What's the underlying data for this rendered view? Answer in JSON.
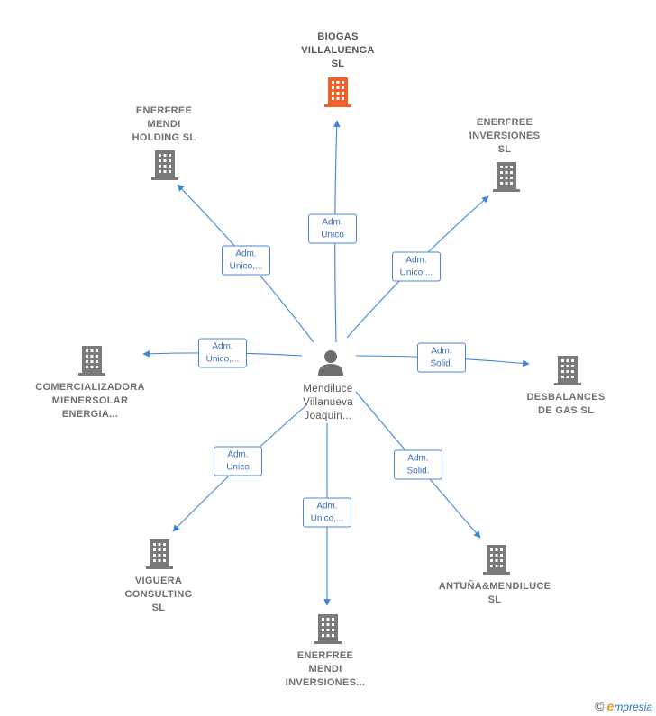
{
  "colors": {
    "edge": "#3d85d6",
    "building": "#7a7a7a",
    "building_target": "#f0602a",
    "person": "#6e6e6e"
  },
  "center": {
    "name": "Mendiluce\nVillanueva\nJoaquin..."
  },
  "nodes": [
    {
      "id": "biogas",
      "name": "BIOGAS\nVILLALUENGA\nSL",
      "highlight": true,
      "relation": "Adm.\nUnico"
    },
    {
      "id": "holding",
      "name": "ENERFREE\nMENDI\nHOLDING  SL",
      "highlight": false,
      "relation": "Adm.\nUnico,..."
    },
    {
      "id": "inversiones",
      "name": "ENERFREE\nINVERSIONES\nSL",
      "highlight": false,
      "relation": "Adm.\nUnico,..."
    },
    {
      "id": "comercializadora",
      "name": "COMERCIALIZADORA\nMIENERSOLAR\nENERGIA...",
      "highlight": false,
      "relation": "Adm.\nUnico,..."
    },
    {
      "id": "desbalances",
      "name": "DESBALANCES\nDE GAS  SL",
      "highlight": false,
      "relation": "Adm.\nSolid."
    },
    {
      "id": "viguera",
      "name": "VIGUERA\nCONSULTING\nSL",
      "highlight": false,
      "relation": "Adm.\nUnico"
    },
    {
      "id": "mendi_inv",
      "name": "ENERFREE\nMENDI\nINVERSIONES...",
      "highlight": false,
      "relation": "Adm.\nUnico,..."
    },
    {
      "id": "antuna",
      "name": "ANTUÑA&MENDILUCE\nSL",
      "highlight": false,
      "relation": "Adm.\nSolid."
    }
  ],
  "brand": {
    "copyright": "©",
    "initial": "e",
    "rest": "mpresia"
  }
}
